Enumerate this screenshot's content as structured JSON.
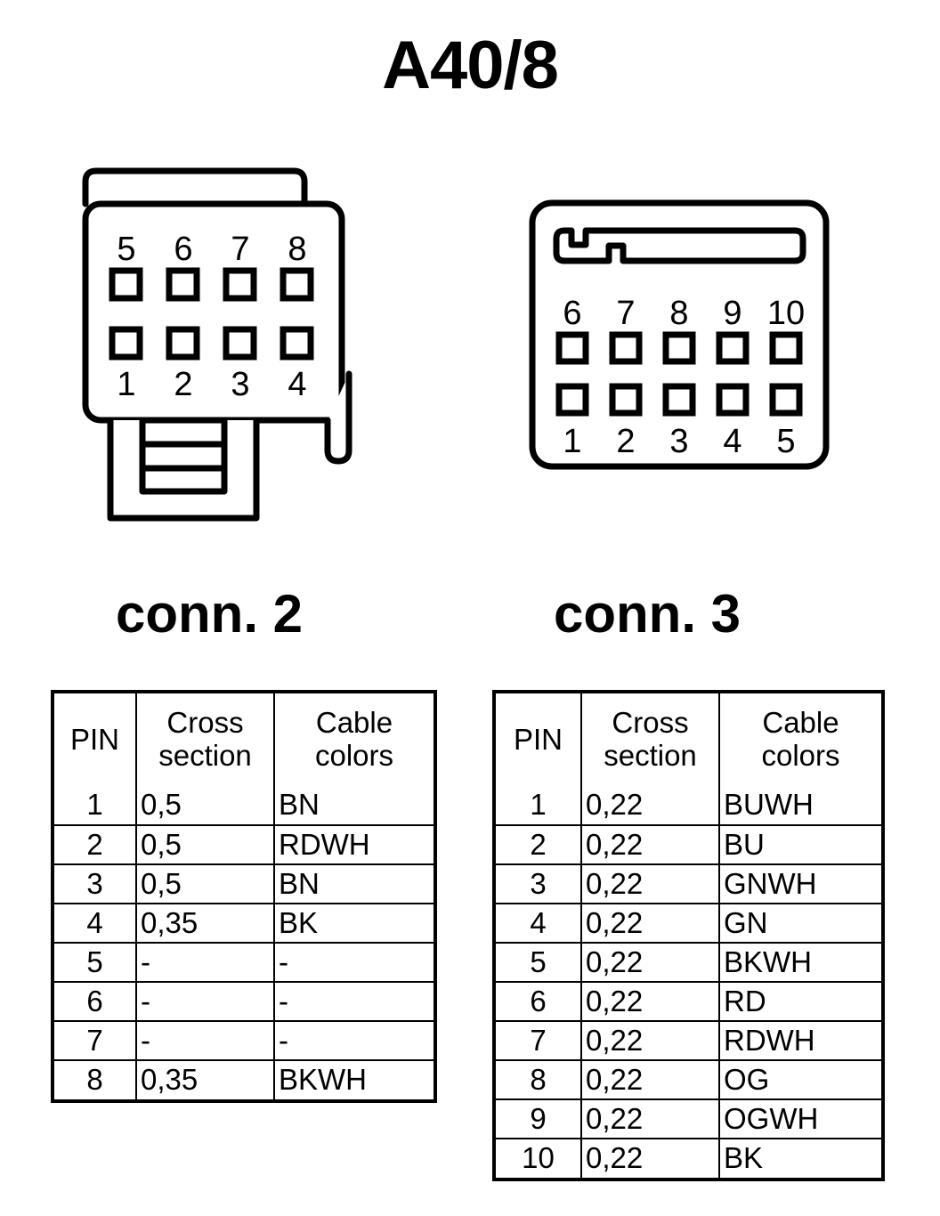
{
  "title": "A40/8",
  "connectors": [
    {
      "id": "conn-2",
      "label": "conn. 2",
      "top_row_pins": [
        "5",
        "6",
        "7",
        "8"
      ],
      "bottom_row_pins": [
        "1",
        "2",
        "3",
        "4"
      ]
    },
    {
      "id": "conn-3",
      "label": "conn. 3",
      "top_row_pins": [
        "6",
        "7",
        "8",
        "9",
        "10"
      ],
      "bottom_row_pins": [
        "1",
        "2",
        "3",
        "4",
        "5"
      ]
    }
  ],
  "tables": [
    {
      "id": "conn-2-table",
      "headers": [
        "PIN",
        "Cross section",
        "Cable colors"
      ],
      "rows": [
        {
          "pin": "1",
          "section": "0,5",
          "colors": "BN"
        },
        {
          "pin": "2",
          "section": "0,5",
          "colors": "RDWH"
        },
        {
          "pin": "3",
          "section": "0,5",
          "colors": "BN"
        },
        {
          "pin": "4",
          "section": "0,35",
          "colors": "BK"
        },
        {
          "pin": "5",
          "section": "-",
          "colors": "-"
        },
        {
          "pin": "6",
          "section": "-",
          "colors": "-"
        },
        {
          "pin": "7",
          "section": "-",
          "colors": "-"
        },
        {
          "pin": "8",
          "section": "0,35",
          "colors": "BKWH"
        }
      ]
    },
    {
      "id": "conn-3-table",
      "headers": [
        "PIN",
        "Cross section",
        "Cable colors"
      ],
      "rows": [
        {
          "pin": "1",
          "section": "0,22",
          "colors": "BUWH"
        },
        {
          "pin": "2",
          "section": "0,22",
          "colors": "BU"
        },
        {
          "pin": "3",
          "section": "0,22",
          "colors": "GNWH"
        },
        {
          "pin": "4",
          "section": "0,22",
          "colors": "GN"
        },
        {
          "pin": "5",
          "section": "0,22",
          "colors": "BKWH"
        },
        {
          "pin": "6",
          "section": "0,22",
          "colors": "RD"
        },
        {
          "pin": "7",
          "section": "0,22",
          "colors": "RDWH"
        },
        {
          "pin": "8",
          "section": "0,22",
          "colors": "OG"
        },
        {
          "pin": "9",
          "section": "0,22",
          "colors": "OGWH"
        },
        {
          "pin": "10",
          "section": "0,22",
          "colors": "BK"
        }
      ]
    }
  ],
  "colors": {
    "ink": "#000000",
    "paper": "#ffffff"
  }
}
